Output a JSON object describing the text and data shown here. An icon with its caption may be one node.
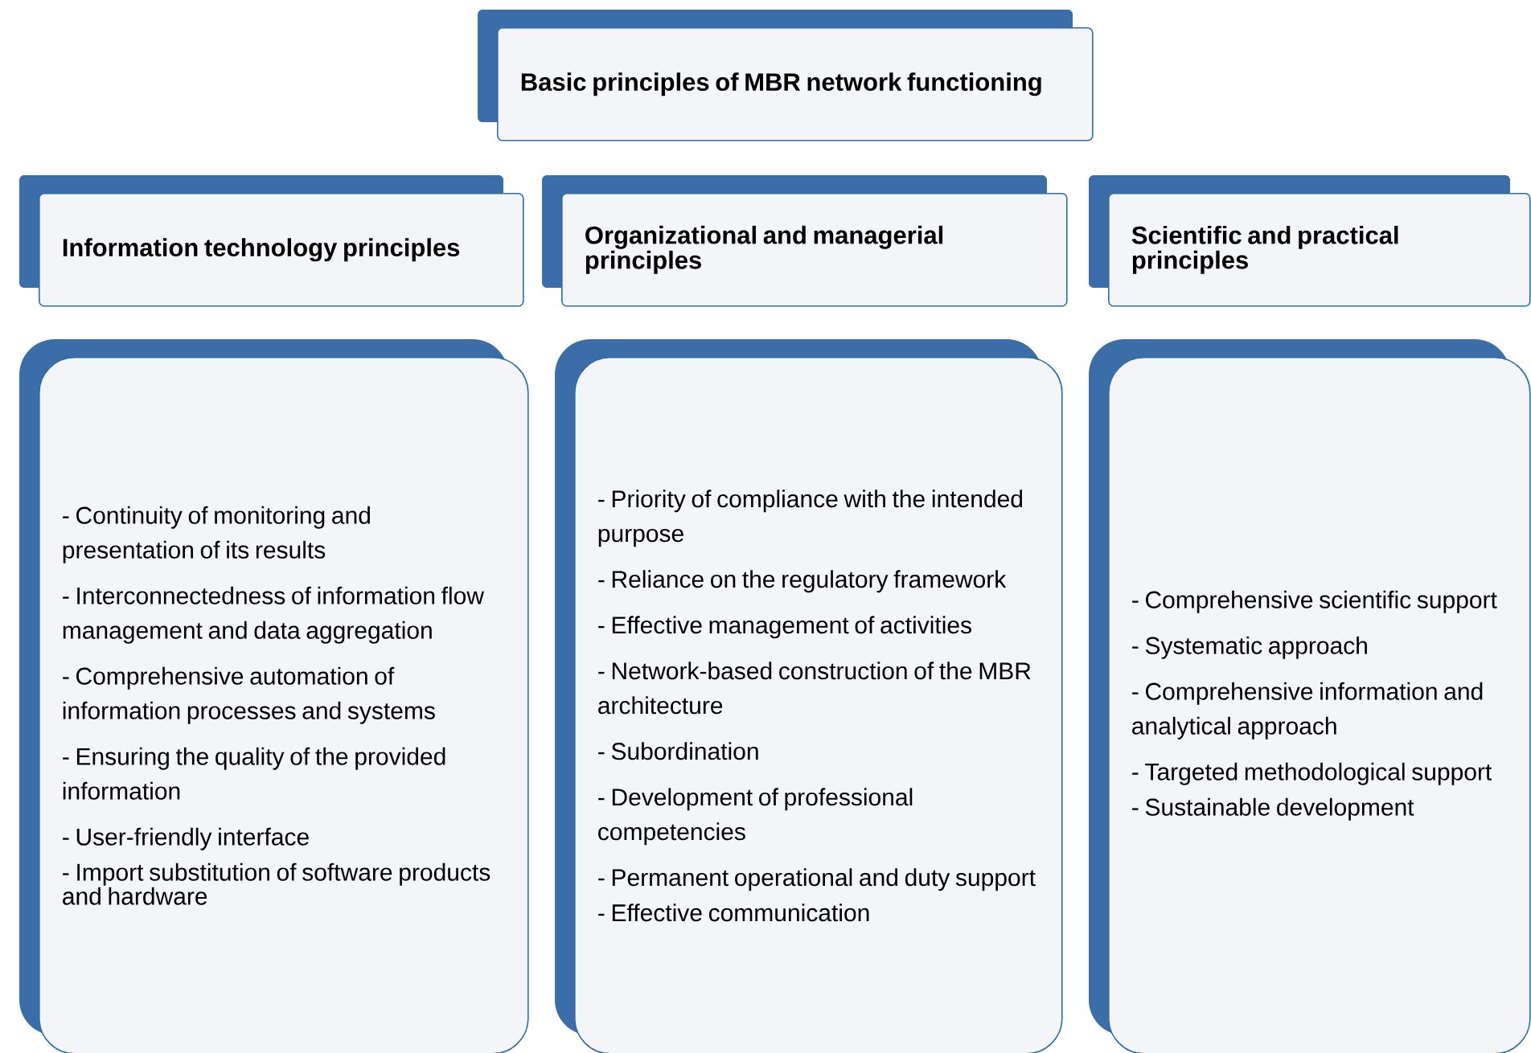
{
  "diagram": {
    "nodes": [
      {
        "text": [
          "Basic principles of MBR network functioning"
        ]
      },
      {
        "text": [
          "Information technology principles"
        ]
      },
      {
        "text": [
          "Organizational and managerial principles"
        ]
      },
      {
        "text": [
          "Scientific and practical principles"
        ]
      },
      {
        "text": [
          "- Continuity of monitoring and presentation of its results",
          "- Interconnectedness of information flow management and data aggregation",
          "- Comprehensive automation of information processes and systems",
          "- Ensuring the quality of the provided information",
          "- User-friendly interface",
          "- Import substitution of software products and hardware"
        ]
      },
      {
        "text": [
          "- Priority of compliance with the intended purpose",
          "- Reliance on the regulatory framework",
          "- Effective management of activities",
          "- Network-based construction of the MBR architecture",
          "- Subordination",
          "- Development of professional competencies",
          "- Permanent operational and duty support",
          "- Effective communication"
        ]
      },
      {
        "text": [
          "- Comprehensive scientific support",
          "- Systematic approach",
          "- Comprehensive information and analytical approach",
          "- Targeted methodological support",
          "- Sustainable development"
        ]
      }
    ]
  }
}
